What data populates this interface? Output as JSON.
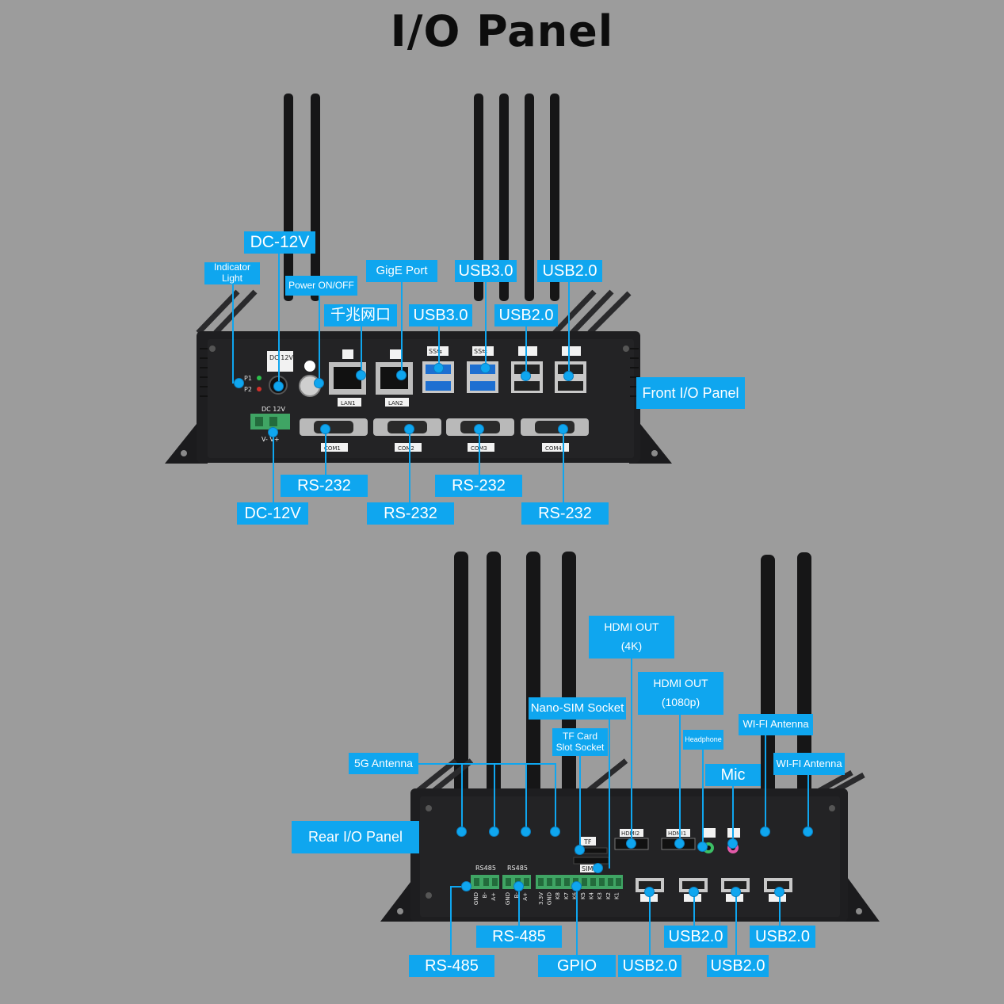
{
  "title": "I/O Panel",
  "labels": {
    "dc12v_top": "DC-12V",
    "indicator_light": "Indicator\nLight",
    "power_onoff": "Power ON/OFF",
    "gige_port": "GigE Port",
    "usb30_top": "USB3.0",
    "usb20_top": "USB2.0",
    "gige_cn": "千兆网口",
    "usb30_mid": "USB3.0",
    "usb20_mid": "USB2.0",
    "front_io_panel": "Front I/O Panel",
    "rs232_a": "RS-232",
    "rs232_b": "RS-232",
    "rs232_c": "RS-232",
    "rs232_d": "RS-232",
    "dc12v_bottom": "DC-12V",
    "hdmi_4k": "HDMI OUT\n(4K)",
    "hdmi_1080p": "HDMI OUT\n(1080p)",
    "nano_sim": "Nano-SIM Socket",
    "tf_card": "TF Card\nSlot Socket",
    "headphone": "Headphone",
    "mic": "Mic",
    "wifi_antenna_1": "WI-FI Antenna",
    "wifi_antenna_2": "WI-FI Antenna",
    "antenna_5g": "5G Antenna",
    "rear_io_panel": "Rear I/O Panel",
    "rs485_a": "RS-485",
    "rs485_b": "RS-485",
    "gpio": "GPIO",
    "usb20_r1": "USB2.0",
    "usb20_r2": "USB2.0",
    "usb20_r3": "USB2.0",
    "usb20_r4": "USB2.0"
  },
  "device_print": {
    "p1": "P1",
    "p2": "P2",
    "dc12v_jack": "DC 12V",
    "dc_terminal": "DC 12V",
    "vminus_vplus": "V-  V+",
    "lan1": "LAN1",
    "lan2": "LAN2",
    "com1": "COM1",
    "com2": "COM2",
    "com3": "COM3",
    "com4": "COM4",
    "ss1": "SS⇆",
    "ss2": "SS⇆",
    "hdmi2": "HDMI2",
    "hdmi1": "HDMI1",
    "tf": "TF",
    "sim": "SIM",
    "rs485_1": "RS485",
    "rs485_2": "RS485",
    "pins_rs485_1": [
      "GND",
      "B-",
      "A+"
    ],
    "pins_rs485_2": [
      "GND",
      "B-",
      "A+"
    ],
    "pins_gpio": [
      "3.3V",
      "GND",
      "K8",
      "K7",
      "K6",
      "K5",
      "K4",
      "K3",
      "K2",
      "K1"
    ]
  },
  "colors": {
    "label_bg": "#0fa6ef",
    "label_text": "#ffffff",
    "background": "#9c9c9c",
    "chassis": "#1c1c1e",
    "terminal_green": "#3fa564",
    "usb3_blue": "#1d6fd1"
  },
  "icons": [
    "power-icon",
    "lan-icon",
    "usb-icon",
    "headphone-icon",
    "mic-icon"
  ]
}
